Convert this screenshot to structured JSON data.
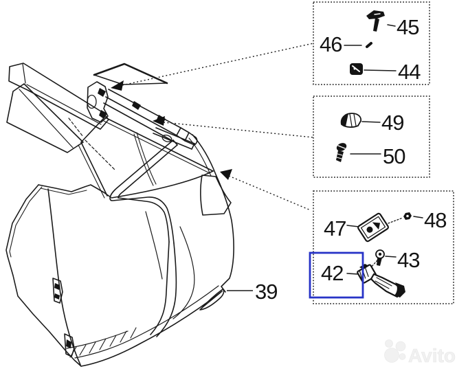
{
  "diagram": {
    "type": "exploded-parts-diagram",
    "main_part_number": "39",
    "highlighted_part_number": "42",
    "inset_boxes": [
      {
        "position": "top",
        "part_numbers": [
          "45",
          "46",
          "44"
        ]
      },
      {
        "position": "middle",
        "part_numbers": [
          "49",
          "50"
        ]
      },
      {
        "position": "bottom",
        "part_numbers": [
          "47",
          "48",
          "43",
          "42"
        ]
      }
    ]
  },
  "labels": {
    "n39": "39",
    "n42": "42",
    "n43": "43",
    "n44": "44",
    "n45": "45",
    "n46": "46",
    "n47": "47",
    "n48": "48",
    "n49": "49",
    "n50": "50"
  },
  "watermark": {
    "brand": "Avito"
  },
  "colors": {
    "line": "#1a1a1a",
    "highlight_blue": "#2733c7",
    "background": "#ffffff",
    "watermark_gray": "#f1f1f1"
  }
}
